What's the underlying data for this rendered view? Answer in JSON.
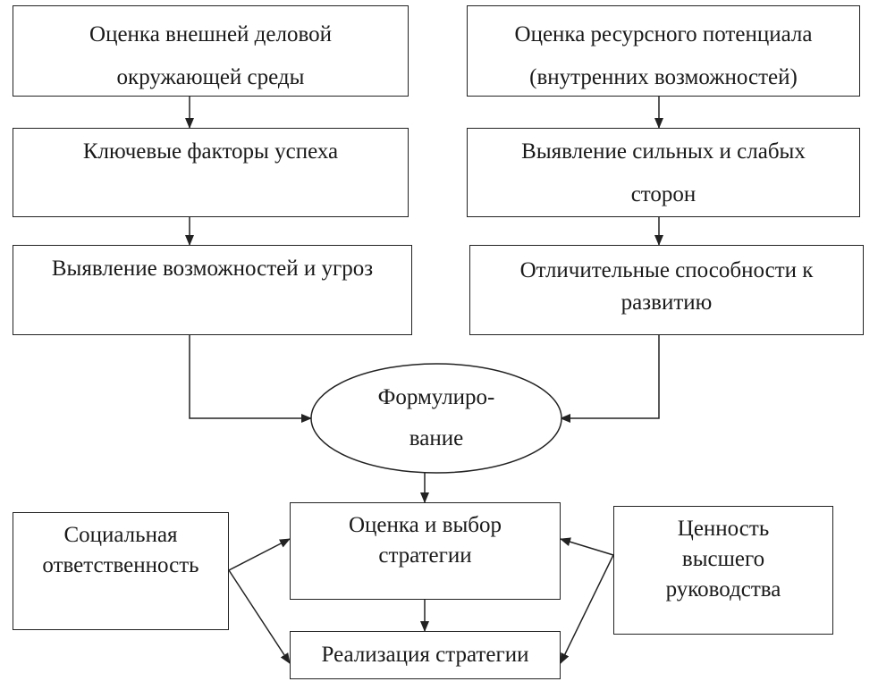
{
  "diagram": {
    "nodes": {
      "external_env": {
        "lines": [
          "Оценка внешней деловой",
          "окружающей среды"
        ]
      },
      "resource_potential": {
        "lines": [
          "Оценка ресурсного потенциала",
          "(внутренних возможностей)"
        ]
      },
      "key_factors": {
        "lines": [
          "Ключевые факторы успеха"
        ]
      },
      "strengths_weaknesses": {
        "lines": [
          "Выявление сильных и слабых",
          "сторон"
        ]
      },
      "opportunities_threats": {
        "lines": [
          "Выявление возможностей и угроз"
        ]
      },
      "distinctive_abilities": {
        "lines": [
          "Отличительные способности к",
          "развитию"
        ]
      },
      "formulation": {
        "lines": [
          "Формулиро-",
          "вание"
        ]
      },
      "evaluation_choice": {
        "lines": [
          "Оценка и выбор",
          "стратегии"
        ]
      },
      "social_responsibility": {
        "lines": [
          "Социальная",
          "ответственность"
        ]
      },
      "top_management_values": {
        "lines": [
          "Ценность",
          "высшего",
          "руководства"
        ]
      },
      "implementation": {
        "lines": [
          "Реализация стратегии"
        ]
      }
    },
    "edges": [
      [
        "external_env",
        "key_factors"
      ],
      [
        "key_factors",
        "opportunities_threats"
      ],
      [
        "opportunities_threats",
        "formulation"
      ],
      [
        "resource_potential",
        "strengths_weaknesses"
      ],
      [
        "strengths_weaknesses",
        "distinctive_abilities"
      ],
      [
        "distinctive_abilities",
        "formulation"
      ],
      [
        "formulation",
        "evaluation_choice"
      ],
      [
        "evaluation_choice",
        "implementation"
      ],
      [
        "social_responsibility",
        "evaluation_choice"
      ],
      [
        "social_responsibility",
        "implementation"
      ],
      [
        "top_management_values",
        "evaluation_choice"
      ],
      [
        "top_management_values",
        "implementation"
      ]
    ],
    "colors": {
      "line": "#222222",
      "text": "#1a1a1a",
      "background": "#ffffff"
    }
  }
}
